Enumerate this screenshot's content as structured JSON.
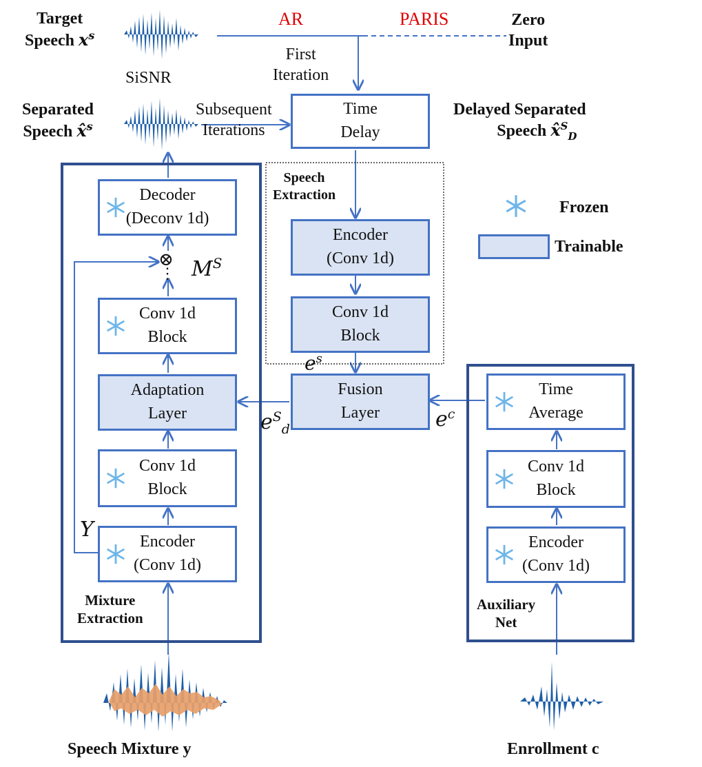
{
  "labels": {
    "target_speech": [
      "Target",
      "Speech"
    ],
    "target_speech_sym": "x",
    "target_speech_sup": "s",
    "separated_speech": [
      "Separated",
      "Speech"
    ],
    "separated_speech_sym": "x̂",
    "separated_speech_sup": "s",
    "sisnr": "SiSNR",
    "ar": "AR",
    "paris": "PARIS",
    "zero_input": [
      "Zero",
      "Input"
    ],
    "first_iteration": [
      "First",
      "Iteration"
    ],
    "subsequent_iterations": [
      "Subsequent",
      "Iterations"
    ],
    "delayed_separated_speech": [
      "Delayed Separated",
      "Speech"
    ],
    "delayed_sym": "x̂",
    "delayed_sup": "S",
    "delayed_sub": "D",
    "speech_extraction": [
      "Speech",
      "Extraction"
    ],
    "mixture_extraction": [
      "Mixture",
      "Extraction"
    ],
    "auxiliary_net": [
      "Auxiliary",
      "Net"
    ],
    "speech_mixture": "Speech Mixture y",
    "enrollment": "Enrollment c",
    "legend_frozen": "Frozen",
    "legend_trainable": "Trainable"
  },
  "blocks": {
    "time_delay": [
      "Time",
      "Delay"
    ],
    "decoder": [
      "Decoder",
      "(Deconv 1d)"
    ],
    "mix_conv_top": [
      "Conv 1d",
      "Block"
    ],
    "adaptation": [
      "Adaptation",
      "Layer"
    ],
    "mix_conv_bottom": [
      "Conv 1d",
      "Block"
    ],
    "mix_encoder": [
      "Encoder",
      "(Conv 1d)"
    ],
    "spk_encoder": [
      "Encoder",
      "(Conv 1d)"
    ],
    "spk_conv": [
      "Conv 1d",
      "Block"
    ],
    "fusion": [
      "Fusion",
      "Layer"
    ],
    "aux_time_avg": [
      "Time",
      "Average"
    ],
    "aux_conv": [
      "Conv 1d",
      "Block"
    ],
    "aux_encoder": [
      "Encoder",
      "(Conv 1d)"
    ]
  },
  "math": {
    "mask": "M",
    "mask_sup": "S",
    "y_sym": "Y",
    "es": "e",
    "es_sup": "s",
    "eds": "e",
    "eds_sup": "S",
    "eds_sub": "d",
    "ec": "e",
    "ec_sup": "c",
    "otimes": "⊗",
    "dots": "⋮"
  },
  "colors": {
    "block_border": "#4472c4",
    "container_border": "#2f4f8f",
    "trainable_fill": "#dae3f3",
    "arrow": "#4472c4",
    "wave_blue": "#1f5fa8",
    "wave_orange": "#e8a06a",
    "red_text": "#e00000",
    "snowflake": "#6fb6e8"
  },
  "icons": [
    "snowflake-icon",
    "waveform-icon"
  ]
}
